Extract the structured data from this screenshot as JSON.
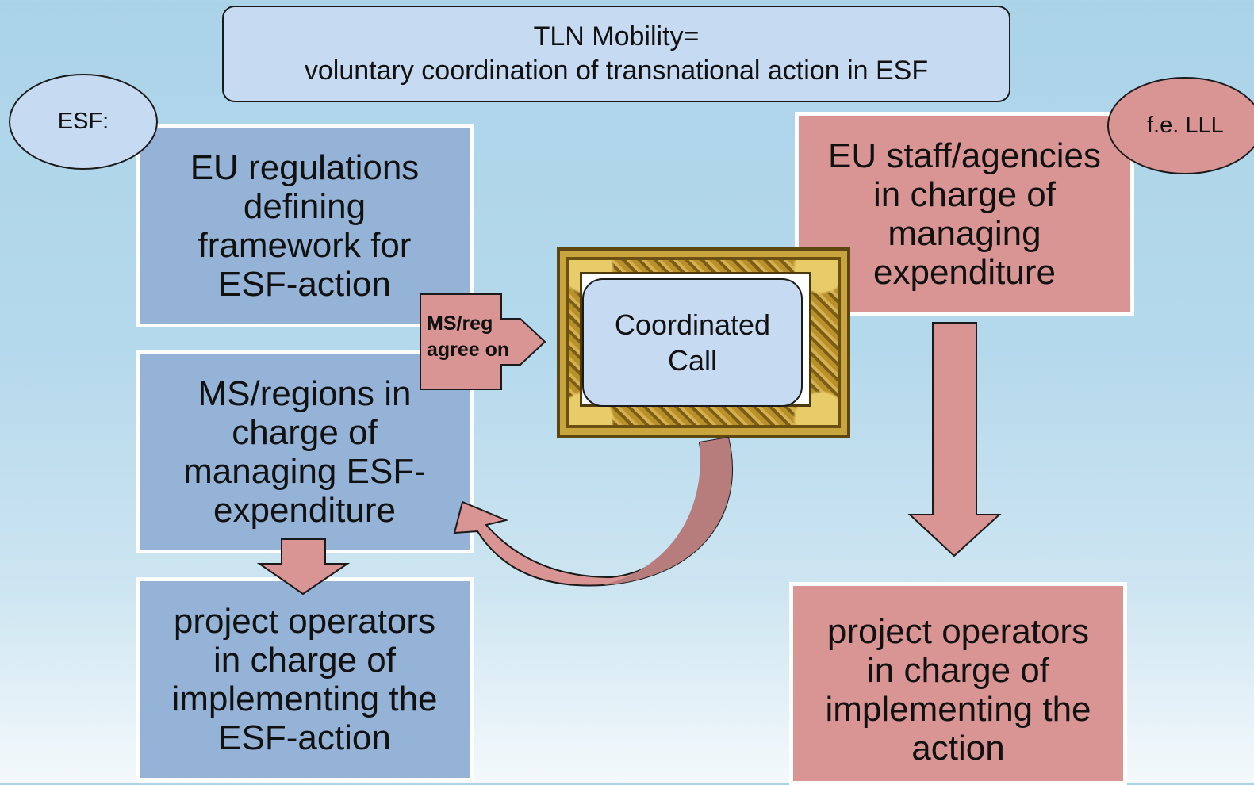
{
  "title": {
    "line1": "TLN Mobility=",
    "line2": "voluntary coordination of transnational action in ESF"
  },
  "left": {
    "tag": "ESF:",
    "box1": [
      "EU regulations",
      "defining",
      "framework for",
      "ESF-action"
    ],
    "box2": [
      "MS/regions in",
      "charge of",
      "managing ESF-",
      "expenditure"
    ],
    "box3": [
      "project operators",
      "in charge of",
      "implementing the",
      "ESF-action"
    ]
  },
  "center": {
    "call": [
      "Coordinated",
      "Call"
    ],
    "agree": [
      "MS/reg",
      "agree on"
    ]
  },
  "right": {
    "tag": "f.e. LLL",
    "box1": [
      "EU staff/agencies",
      "in charge of",
      "managing",
      "expenditure"
    ],
    "box2": [
      "project operators",
      "in charge of",
      "implementing the",
      "action"
    ]
  },
  "colors": {
    "blue_box": "#95b3d7",
    "pink_box": "#d99594",
    "title_fill": "#c6daf1"
  }
}
